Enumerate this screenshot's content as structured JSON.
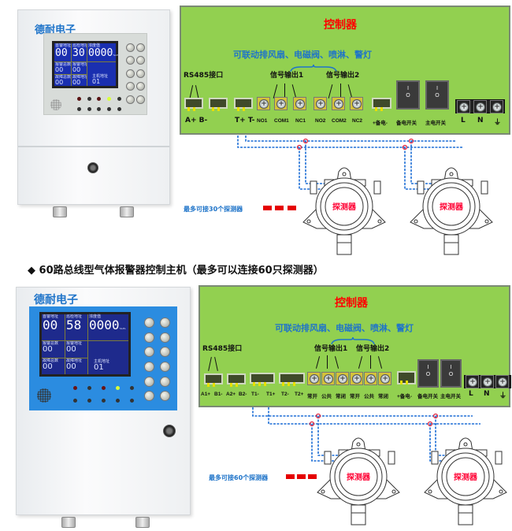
{
  "top": {
    "device": {
      "brand": "德耐电子",
      "lcd": {
        "h1": "首警地址",
        "v1": "00",
        "h2": "巡检地址",
        "v2": "30",
        "h3": "浓度值",
        "v3": "0000",
        "unit": "%LEL",
        "h4": "报警总数",
        "v4": "00",
        "h5": "报警地址",
        "v5": "00",
        "h6": "故障总数",
        "v6": "00",
        "h7": "故障地址",
        "v7": "00",
        "h8": "主机地址",
        "v8": "01"
      }
    },
    "board": {
      "title": "控制器",
      "linkage": "可联动排风扇、电磁阀、喷淋、警灯",
      "rs485": "RS485接口",
      "out1": "信号输出1",
      "out2": "信号输出2",
      "labels": [
        "A+ B-",
        "T+ T-",
        "NO1",
        "COM1",
        "NC1",
        "NO2",
        "COM2",
        "NC2",
        "+备电-",
        "备电开关",
        "主电开关",
        "L",
        "N"
      ]
    },
    "note": "最多可接30个探测器",
    "detector_label": "探测器"
  },
  "heading": "◆ 60路总线型气体报警器控制主机（最多可以连接60只探测器）",
  "bottom": {
    "device": {
      "brand": "德耐电子",
      "lcd": {
        "h1": "首警地址",
        "v1": "00",
        "h2": "巡检地址",
        "v2": "58",
        "h3": "浓度值",
        "v3": "0000",
        "unit": "%LEL",
        "h4": "报警总数",
        "v4": "00",
        "h5": "报警地址",
        "v5": "00",
        "h6": "故障总数",
        "v6": "00",
        "h7": "故障地址",
        "v7": "00",
        "h8": "主机地址",
        "v8": "01"
      }
    },
    "board": {
      "title": "控制器",
      "linkage": "可联动排风扇、电磁阀、喷淋、警灯",
      "rs485": "RS485接口",
      "out1": "信号输出1",
      "out2": "信号输出2",
      "labels": [
        "A1+",
        "B1-",
        "A2+",
        "B2-",
        "T1-",
        "T1+",
        "T2-",
        "T2+",
        "常开",
        "公共",
        "常闭",
        "常开",
        "公共",
        "常闭",
        "+备电-",
        "备电开关",
        "主电开关",
        "L",
        "N"
      ]
    },
    "note": "最多可接60个探测器",
    "detector_label": "探测器"
  },
  "colors": {
    "board": "#92d050",
    "title": "#ff0000",
    "linkage": "#1f74c9",
    "wire": "#1f6fd6",
    "lcd": "#1a2fb0",
    "panel_blue": "#2b8ce0"
  }
}
